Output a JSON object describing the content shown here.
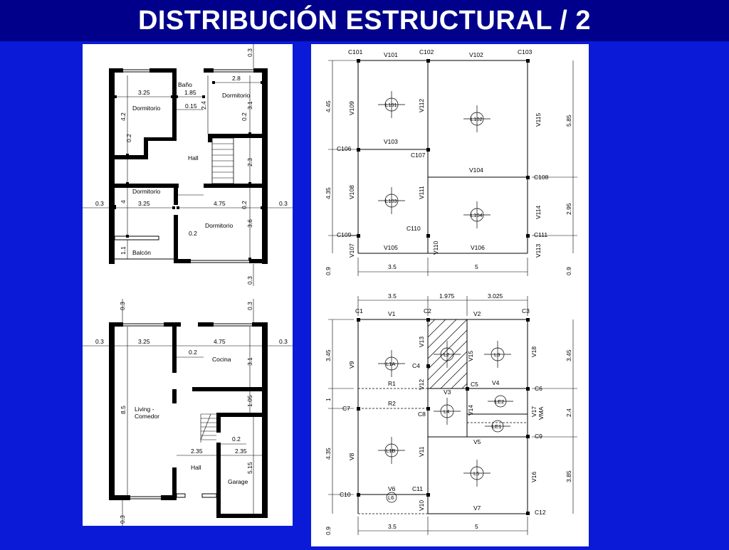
{
  "title": "DISTRIBUCIÓN ESTRUCTURAL / 2",
  "colors": {
    "background": "#0a1ad6",
    "title_bar": "#00008a",
    "title_text": "#ffffff",
    "panel": "#ffffff",
    "lines": "#000000"
  },
  "upper_plan": {
    "rooms": {
      "bano": "Baño",
      "dormitorio_a": "Dormitorio",
      "dormitorio_b": "Dormitorio",
      "dormitorio_c": "Dormitorio",
      "dormitorio_d": "Dormitorio",
      "hall": "Hall",
      "balcon": "Balcón"
    },
    "dims": {
      "d_3_25_a": "3.25",
      "d_1_85": "1.85",
      "d_2_8": "2.8",
      "d_0_15": "0.15",
      "d_2_4": "2.4",
      "d_3_1": "3.1",
      "d_0_3_top": "0.3",
      "d_4_2": "4.2",
      "d_0_2_a": "0.2",
      "d_0_2_b": "0.2",
      "d_2_3": "2.3",
      "d_0_2_c": "0.2",
      "d_4": "4",
      "d_0_3_l": "0.3",
      "d_3_25_b": "3.25",
      "d_4_75": "4.75",
      "d_0_2_d": "0.2",
      "d_0_3_r": "0.3",
      "d_3_6": "3.6",
      "d_1_1": "1.1",
      "d_0_3_bot": "0.3"
    }
  },
  "lower_plan": {
    "rooms": {
      "cocina": "Cocina",
      "living_1": "Living -",
      "living_2": "Comedor",
      "hall": "Hall",
      "garage": "Garage"
    },
    "dims": {
      "d_0_3_tl": "0.3",
      "d_0_3_tr": "0.3",
      "d_0_3_l": "0.3",
      "d_3_25": "3.25",
      "d_4_75": "4.75",
      "d_0_3_r": "0.3",
      "d_0_2_a": "0.2",
      "d_3_1": "3.1",
      "d_1_05": "1.05",
      "d_8_5": "8.5",
      "d_0_2_b": "0.2",
      "d_2_35_a": "2.35",
      "d_2_35_b": "2.35",
      "d_5_15": "5.15",
      "d_0_3_bot": "0.3"
    }
  },
  "upper_structure": {
    "columns": {
      "c101": "C101",
      "c102": "C102",
      "c103": "C103",
      "c106": "C106",
      "c107": "C107",
      "c108": "C108",
      "c109": "C109",
      "c110": "C110",
      "c111": "C111"
    },
    "beams": {
      "v101": "V101",
      "v102": "V102",
      "v103": "V103",
      "v104": "V104",
      "v105": "V105",
      "v106": "V106",
      "v107": "V107",
      "v108": "V108",
      "v109": "V109",
      "v110": "V110",
      "v111": "V111",
      "v112": "V112",
      "v113": "V113",
      "v114": "V114",
      "v115": "V115"
    },
    "slabs": {
      "l101": "L101",
      "l102": "L102",
      "l103": "L103",
      "l104": "L104"
    },
    "dims": {
      "d_4_45": "4.45",
      "d_4_35": "4.35",
      "d_0_9_l": "0.9",
      "d_5_85": "5.85",
      "d_2_95": "2.95",
      "d_0_9_r": "0.9",
      "d_3_5": "3.5",
      "d_5": "5"
    }
  },
  "lower_structure": {
    "columns": {
      "c1": "C1",
      "c2": "C2",
      "c3": "C3",
      "c4": "C4",
      "c5": "C5",
      "c6": "C6",
      "c7": "C7",
      "c8": "C8",
      "c9": "C9",
      "c10": "C10",
      "c11": "C11",
      "c12": "C12"
    },
    "beams": {
      "v1": "V1",
      "v2": "V2",
      "v3": "V3",
      "v4": "V4",
      "v5": "V5",
      "v6": "V6",
      "v7": "V7",
      "v8": "V8",
      "v9": "V9",
      "v10": "V10",
      "v11": "V11",
      "v12": "V12",
      "v13": "V13",
      "v14": "V14",
      "v15": "V15",
      "v16": "V16",
      "v17": "V17",
      "vma": "VMA",
      "v18": "V18",
      "r1": "R1",
      "r2": "R2"
    },
    "slabs": {
      "l1a": "L1A",
      "l1b": "L1B",
      "l2": "L2",
      "l3": "L3",
      "l4": "L4",
      "l5": "L5",
      "l6": "L6",
      "le2": "LE2",
      "le1": "LE1"
    },
    "dims": {
      "t_3_5": "3.5",
      "t_1_975": "1.975",
      "t_3_025": "3.025",
      "l_3_45": "3.45",
      "l_1": "1",
      "l_4_35": "4.35",
      "l_0_9": "0.9",
      "r_3_45": "3.45",
      "r_2_4": "2.4",
      "r_3_85": "3.85",
      "b_3_5": "3.5",
      "b_5": "5"
    }
  }
}
